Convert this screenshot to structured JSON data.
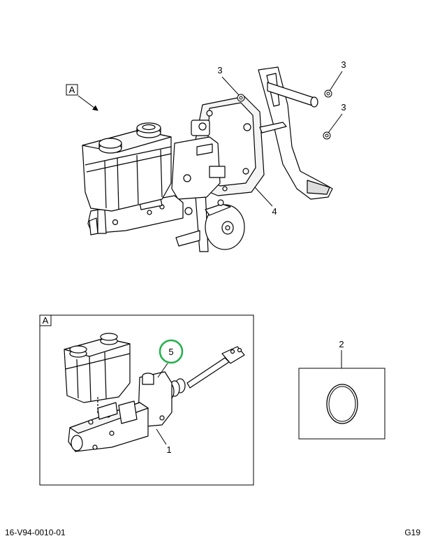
{
  "view_a_tag": "A",
  "detail_tag": "A",
  "callouts": {
    "c1": "1",
    "c2": "2",
    "c3a": "3",
    "c3b": "3",
    "c3c": "3",
    "c4": "4",
    "c5": "5"
  },
  "highlight_color": "#22b14c",
  "footer": {
    "drawing_number": "16-V94-0010-01",
    "sheet": "G19"
  }
}
